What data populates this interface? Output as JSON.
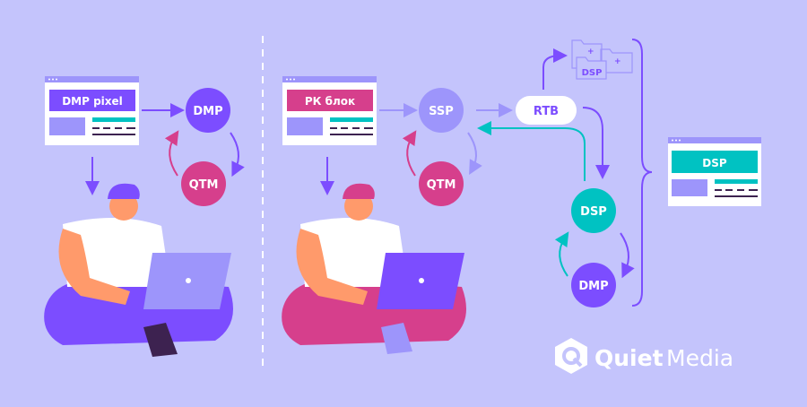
{
  "left": {
    "browser_label": "DMP pixel",
    "nodes": {
      "dmp": "DMP",
      "qtm": "QTM"
    }
  },
  "middle": {
    "browser_label": "РК блок",
    "nodes": {
      "ssp": "SSP",
      "qtm": "QTM",
      "rtb": "RTB"
    }
  },
  "right": {
    "folder_label": "DSP",
    "nodes": {
      "dsp": "DSP",
      "dmp": "DMP"
    },
    "browser_label": "DSP"
  },
  "logo": {
    "word1": "Quiet",
    "word2": "Media"
  },
  "colors": {
    "background": "#c4c4fc",
    "purple": "#7c4dff",
    "pink": "#d63f8c",
    "teal": "#00c2c2",
    "lavender": "#9d95fb",
    "dark": "#3d2250"
  }
}
